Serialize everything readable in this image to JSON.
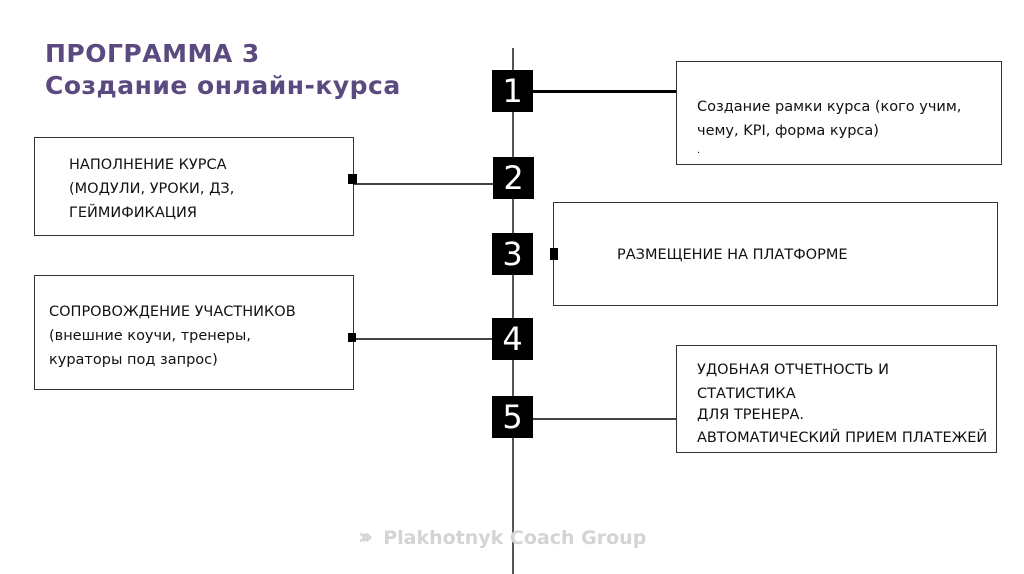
{
  "title": {
    "line1": "ПРОГРАММА 3",
    "line2": "Создание онлайн-курса",
    "color": "#5b4a80"
  },
  "steps": [
    {
      "number": "1",
      "text_lines": [
        "Создание рамки курса (кого учим,",
        "чему, KPI, форма курса)"
      ],
      "side": "right",
      "trailing_mark": "."
    },
    {
      "number": "2",
      "text_lines": [
        "НАПОЛНЕНИЕ КУРСА",
        "(МОДУЛИ, УРОКИ, ДЗ,",
        "ГЕЙМИФИКАЦИЯ"
      ],
      "side": "left"
    },
    {
      "number": "3",
      "text_lines": [
        "РАЗМЕЩЕНИЕ НА ПЛАТФОРМЕ"
      ],
      "side": "right"
    },
    {
      "number": "4",
      "text_lines": [
        "СОПРОВОЖДЕНИЕ УЧАСТНИКОВ",
        "(внешние коучи, тренеры,",
        "кураторы под запрос)"
      ],
      "side": "left"
    },
    {
      "number": "5",
      "text_lines": [
        "УДОБНАЯ ОТЧЕТНОСТЬ И",
        "СТАТИСТИКА",
        "ДЛЯ ТРЕНЕРА.",
        "АВТОМАТИЧЕСКИЙ ПРИЕМ ПЛАТЕЖЕЙ"
      ],
      "side": "right"
    }
  ],
  "footer": {
    "icon": "triple-chevron-right-icon",
    "chevrons": "›››",
    "text": "Plakhotnyk Coach Group"
  }
}
